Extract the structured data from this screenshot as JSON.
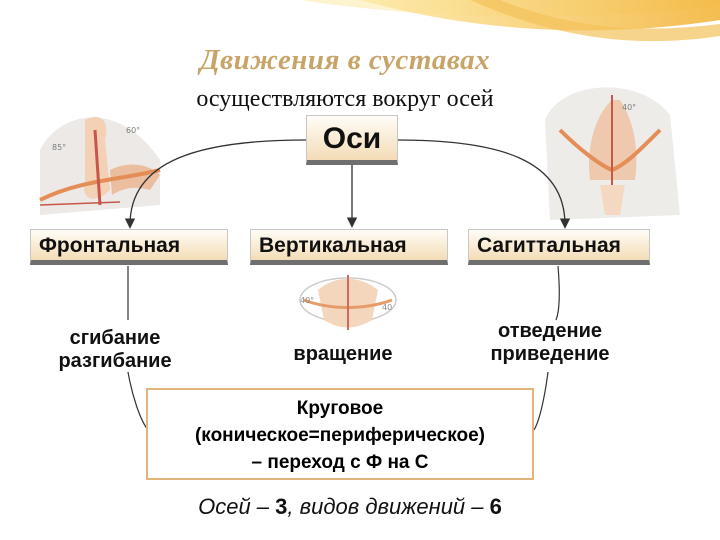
{
  "title": "Движения в суставах",
  "subtitle": "осуществляются вокруг осей",
  "root": "Оси",
  "axes": [
    {
      "label": "Фронтальная",
      "movements": [
        "сгибание",
        "разгибание"
      ]
    },
    {
      "label": "Вертикальная",
      "movements": [
        "вращение"
      ]
    },
    {
      "label": "Сагиттальная",
      "movements": [
        "отведение",
        "приведение"
      ]
    }
  ],
  "circular": {
    "line1": "Круговое",
    "line2": "(коническое=периферическое)",
    "line3": "– переход с Ф на С"
  },
  "summary": {
    "part1": "Осей – ",
    "axes_count": "3",
    "part2": ", видов движений – ",
    "movement_count": "6"
  },
  "colors": {
    "title": "#c9a469",
    "accent": "#f2b233",
    "box_fill": "#f8e9cf",
    "circular_border": "#e4b27b"
  }
}
